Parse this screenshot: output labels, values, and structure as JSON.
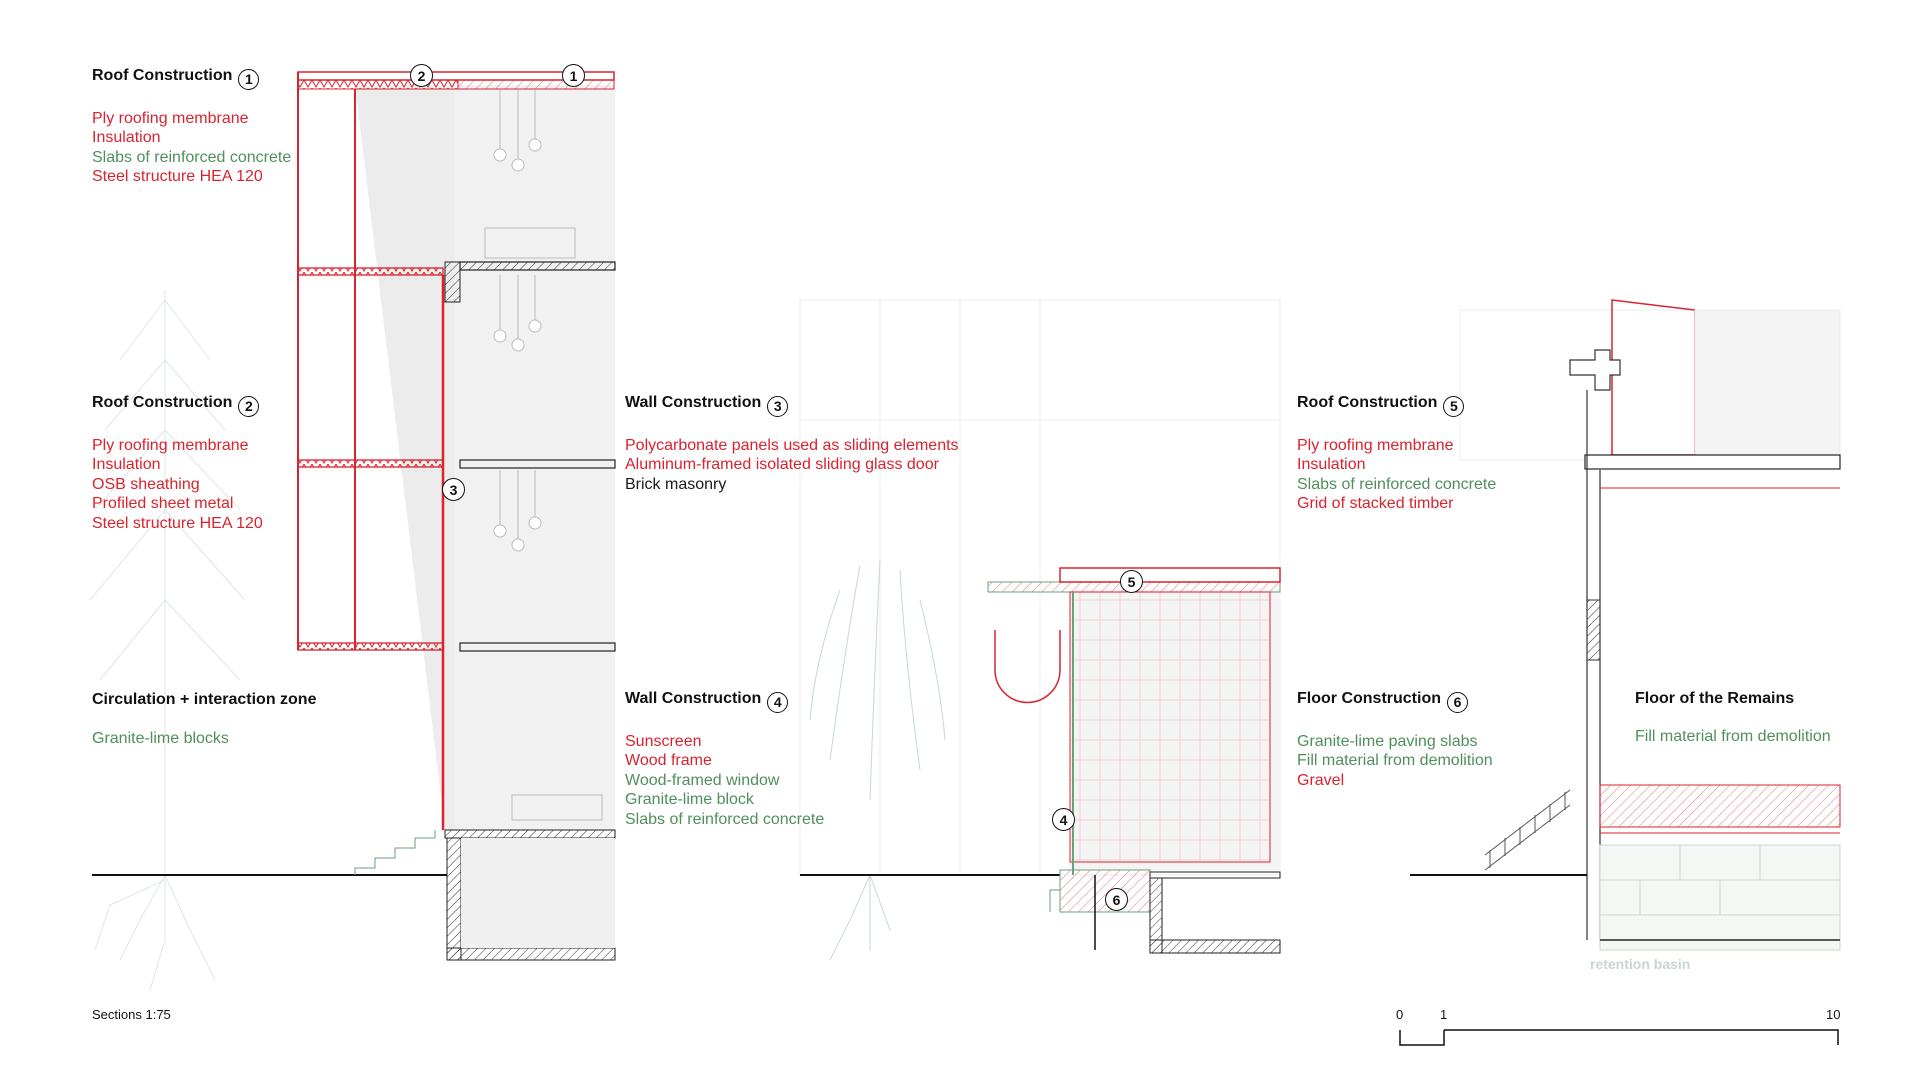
{
  "colors": {
    "red": "#d9232e",
    "green": "#4f8f5c",
    "black": "#1a1a1a",
    "light_green": "#c9d6ce"
  },
  "blocks": [
    {
      "title": "Roof Construction",
      "num": "1",
      "items": [
        {
          "text": "Ply roofing membrane",
          "color": "red"
        },
        {
          "text": "Insulation",
          "color": "red"
        },
        {
          "text": "Slabs of reinforced concrete",
          "color": "green"
        },
        {
          "text": "Steel structure HEA 120",
          "color": "red"
        }
      ]
    },
    {
      "title": "Roof Construction",
      "num": "2",
      "items": [
        {
          "text": "Ply roofing membrane",
          "color": "red"
        },
        {
          "text": "Insulation",
          "color": "red"
        },
        {
          "text": "OSB sheathing",
          "color": "red"
        },
        {
          "text": "Profiled sheet metal",
          "color": "red"
        },
        {
          "text": "Steel structure HEA 120",
          "color": "red"
        }
      ]
    },
    {
      "title": "Circulation + interaction zone",
      "num": "",
      "items": [
        {
          "text": "Granite-lime blocks",
          "color": "green"
        }
      ]
    },
    {
      "title": "Wall Construction",
      "num": "3",
      "items": [
        {
          "text": "Polycarbonate panels used as sliding elements",
          "color": "red"
        },
        {
          "text": "Aluminum-framed isolated sliding glass door",
          "color": "red"
        },
        {
          "text": "Brick masonry",
          "color": "black"
        }
      ]
    },
    {
      "title": "Wall Construction",
      "num": "4",
      "items": [
        {
          "text": "Sunscreen",
          "color": "red"
        },
        {
          "text": "Wood frame",
          "color": "red"
        },
        {
          "text": "Wood-framed window",
          "color": "green"
        },
        {
          "text": "Granite-lime block",
          "color": "green"
        },
        {
          "text": "Slabs of reinforced concrete",
          "color": "green"
        }
      ]
    },
    {
      "title": "Roof Construction",
      "num": "5",
      "items": [
        {
          "text": "Ply roofing membrane",
          "color": "red"
        },
        {
          "text": "Insulation",
          "color": "red"
        },
        {
          "text": "Slabs of reinforced concrete",
          "color": "green"
        },
        {
          "text": "Grid of stacked timber",
          "color": "red"
        }
      ]
    },
    {
      "title": "Floor Construction",
      "num": "6",
      "items": [
        {
          "text": "Granite-lime paving slabs",
          "color": "green"
        },
        {
          "text": "Fill material from demolition",
          "color": "green"
        },
        {
          "text": "Gravel",
          "color": "red"
        }
      ]
    },
    {
      "title": "Floor of the Remains",
      "num": "",
      "items": [
        {
          "text": "Fill material from demolition",
          "color": "green"
        }
      ]
    }
  ],
  "callouts": [
    "2",
    "1",
    "3",
    "5",
    "4",
    "6"
  ],
  "sections_label": "Sections 1:75",
  "basin_label": "retention basin",
  "scale_labels": [
    "0",
    "1",
    "10"
  ]
}
